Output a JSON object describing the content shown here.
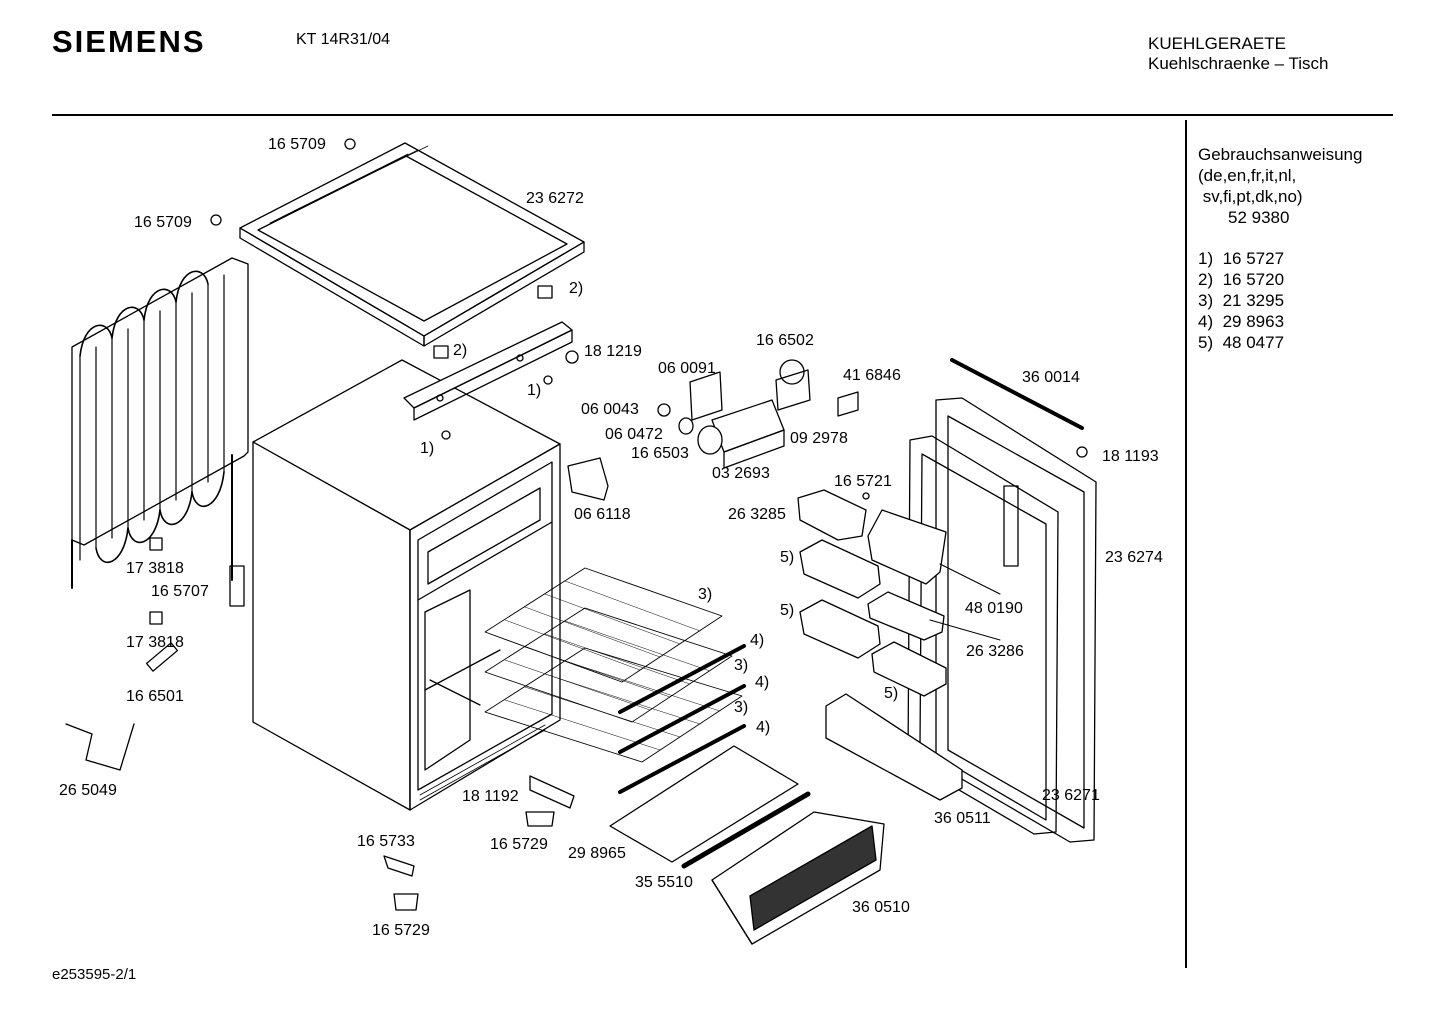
{
  "header": {
    "brand": "SIEMENS",
    "model": "KT 14R31/04",
    "category": "KUEHLGERAETE",
    "subcategory": "Kuehlschraenke – Tisch"
  },
  "sidebar": {
    "manual_title": "Gebrauchsanweisung",
    "languages_line1": "(de,en,fr,it,nl,",
    "languages_line2": " sv,fi,pt,dk,no)",
    "manual_part": "52 9380",
    "notes": [
      {
        "mark": "1)",
        "part": "16 5727"
      },
      {
        "mark": "2)",
        "part": "16 5720"
      },
      {
        "mark": "3)",
        "part": "21 3295"
      },
      {
        "mark": "4)",
        "part": "29 8963"
      },
      {
        "mark": "5)",
        "part": "48 0477"
      }
    ]
  },
  "parts": {
    "p165709a": "16 5709",
    "p165709b": "16 5709",
    "p236272": "23 6272",
    "n2a": "2)",
    "n2b": "2)",
    "p181219": "18 1219",
    "n1a": "1)",
    "n1b": "1)",
    "p166502": "16 6502",
    "p060091": "06 0091",
    "p416846": "41 6846",
    "p360014": "36 0014",
    "p060043": "06 0043",
    "p060472": "06 0472",
    "p092978": "09 2978",
    "p166503": "16 6503",
    "p032693": "03 2693",
    "p181193": "18 1193",
    "p165721": "16 5721",
    "p066118": "06 6118",
    "p263285": "26 3285",
    "p173818a": "17 3818",
    "p165707": "16 5707",
    "p173818b": "17 3818",
    "p166501": "16 6501",
    "p265049": "26 5049",
    "p236274": "23 6274",
    "n5a": "5)",
    "n5b": "5)",
    "n5c": "5)",
    "n3a": "3)",
    "n3b": "3)",
    "n3c": "3)",
    "n4a": "4)",
    "n4b": "4)",
    "n4c": "4)",
    "p480190": "48 0190",
    "p263286": "26 3286",
    "p181192": "18 1192",
    "p165733": "16 5733",
    "p165729a": "16 5729",
    "p298965": "29 8965",
    "p355510": "35 5510",
    "p360510": "36 0510",
    "p360511": "36 0511",
    "p236271": "23 6271",
    "p165729b": "16 5729"
  },
  "footer": {
    "code": "e253595-2/1"
  }
}
